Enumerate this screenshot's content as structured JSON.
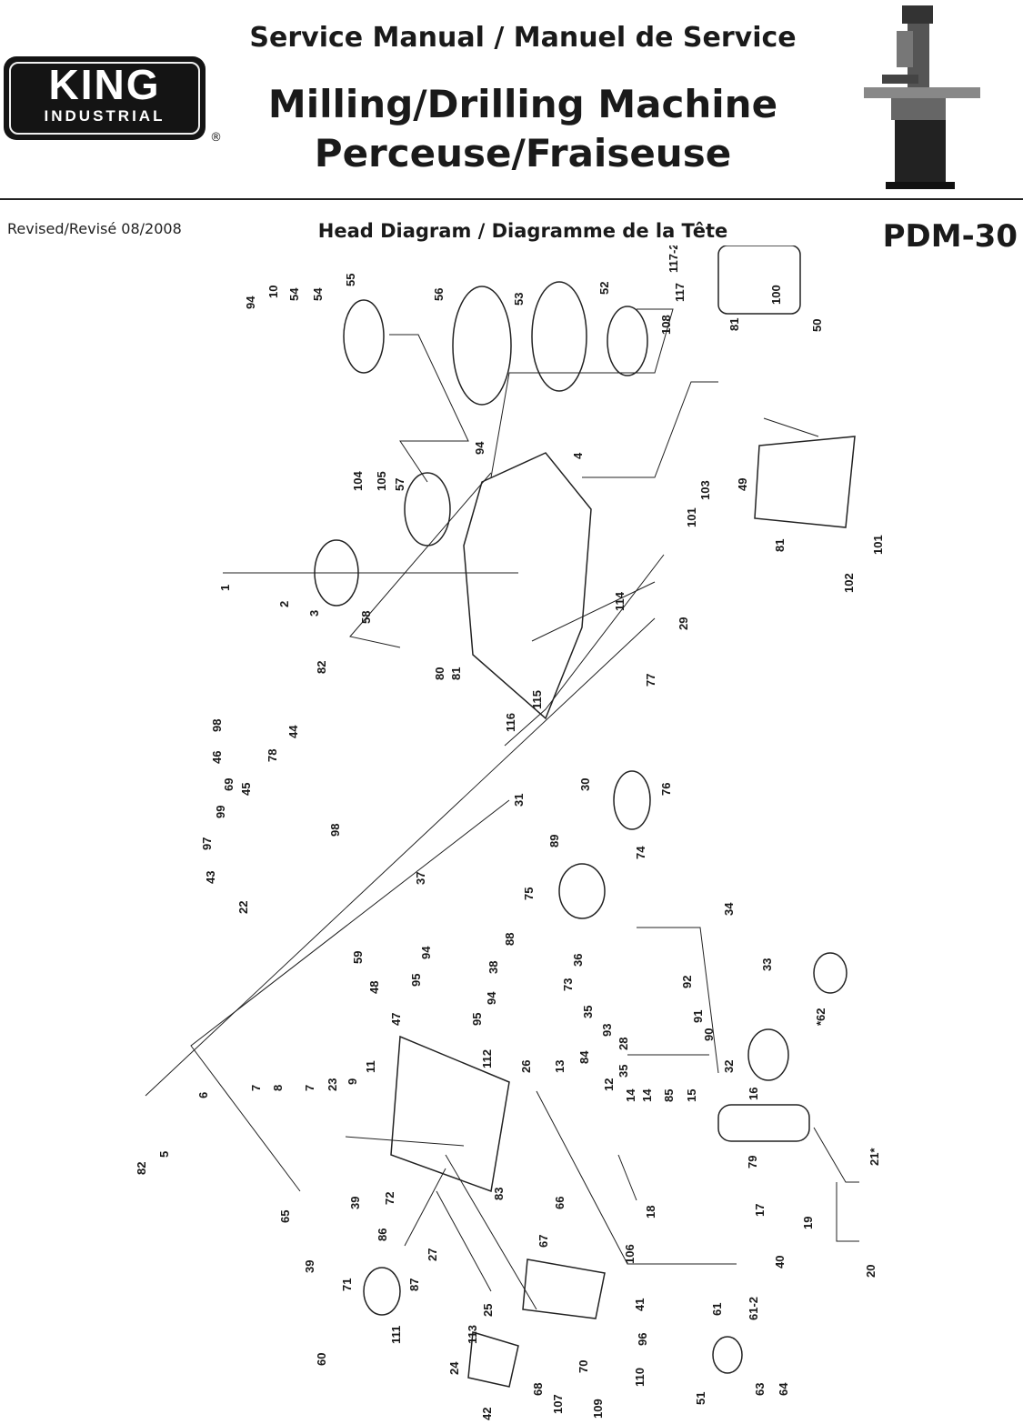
{
  "brand": {
    "logo_text": "KING",
    "logo_subtext": "INDUSTRIAL",
    "registered": "®"
  },
  "header": {
    "title_service": "Service Manual / Manuel de Service",
    "title_machine_en": "Milling/Drilling Machine",
    "title_machine_fr": "Perceuse/Fraiseuse",
    "revised": "Revised/Revisé 08/2008",
    "section_title": "Head Diagram / Diagramme de la Tête",
    "model": "PDM-30"
  },
  "parts": {
    "p1": "1",
    "p2": "2",
    "p3": "3",
    "p4": "4",
    "p5": "5",
    "p6": "6",
    "p7a": "7",
    "p7b": "7",
    "p8": "8",
    "p9": "9",
    "p10": "10",
    "p11": "11",
    "p12": "12",
    "p13": "13",
    "p14a": "14",
    "p14b": "14",
    "p15": "15",
    "p16": "16",
    "p17": "17",
    "p18": "18",
    "p19": "19",
    "p20": "20",
    "p21": "21*",
    "p22": "22",
    "p23": "23",
    "p24": "24",
    "p25": "25",
    "p26": "26",
    "p27": "27",
    "p28": "28",
    "p29": "29",
    "p30": "30",
    "p31": "31",
    "p32": "32",
    "p33": "33",
    "p34": "34",
    "p35a": "35",
    "p35b": "35",
    "p36": "36",
    "p37": "37",
    "p38": "38",
    "p39a": "39",
    "p39b": "39",
    "p40": "40",
    "p41": "41",
    "p42": "42",
    "p43": "43",
    "p44": "44",
    "p45": "45",
    "p46": "46",
    "p47": "47",
    "p48": "48",
    "p49": "49",
    "p50": "50",
    "p51": "51",
    "p52": "52",
    "p53": "53",
    "p54a": "54",
    "p54b": "54",
    "p55": "55",
    "p56": "56",
    "p57": "57",
    "p58": "58",
    "p59": "59",
    "p60": "60",
    "p61": "61",
    "p61_2": "61-2",
    "p62": "*62",
    "p63": "63",
    "p64": "64",
    "p65": "65",
    "p66": "66",
    "p67": "67",
    "p68": "68",
    "p69": "69",
    "p70": "70",
    "p71": "71",
    "p72": "72",
    "p73": "73",
    "p74": "74",
    "p75": "75",
    "p76": "76",
    "p77": "77",
    "p78": "78",
    "p79": "79",
    "p80": "80",
    "p81a": "81",
    "p81b": "81",
    "p81c": "81",
    "p82a": "82",
    "p82b": "82",
    "p83": "83",
    "p84": "84",
    "p85": "85",
    "p86": "86",
    "p87": "87",
    "p88": "88",
    "p89": "89",
    "p90": "90",
    "p91": "91",
    "p92": "92",
    "p93": "93",
    "p94a": "94",
    "p94b": "94",
    "p94c": "94",
    "p94d": "94",
    "p95a": "95",
    "p95b": "95",
    "p96": "96",
    "p97": "97",
    "p98a": "98",
    "p98b": "98",
    "p99": "99",
    "p100": "100",
    "p101a": "101",
    "p101b": "101",
    "p102": "102",
    "p103": "103",
    "p104": "104",
    "p105": "105",
    "p106": "106",
    "p107": "107",
    "p108": "108",
    "p109": "109",
    "p110": "110",
    "p111": "111",
    "p112": "112",
    "p113": "113",
    "p114": "114",
    "p115": "115",
    "p116": "116",
    "p117": "117",
    "p117_2": "117-2"
  }
}
